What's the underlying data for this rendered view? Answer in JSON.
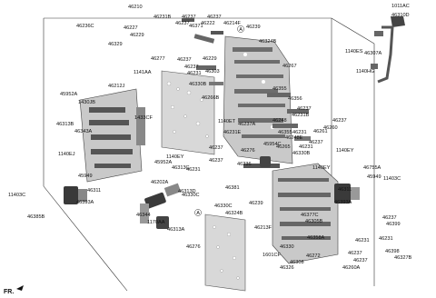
{
  "diagram": {
    "callouts": {
      "A1": "A",
      "A2": "A"
    },
    "fr_label": "FR.",
    "labels": [
      "46210",
      "46231B",
      "46237",
      "46237",
      "46222",
      "46214F",
      "46239",
      "46324B",
      "46236C",
      "46227",
      "46229",
      "46237",
      "46371",
      "46329",
      "46277",
      "46237",
      "46229",
      "46237",
      "46303",
      "46231",
      "46330B",
      "46267",
      "46307A",
      "1011AC",
      "46310D",
      "1140ES",
      "1140HG",
      "1141AA",
      "46212J",
      "45952A",
      "1430JB",
      "46313B",
      "46343A",
      "1140EJ",
      "1433CF",
      "46266B",
      "46355",
      "46356",
      "46237",
      "46231B",
      "46237",
      "46260",
      "1140ET",
      "46237A",
      "46248",
      "46231E",
      "46231",
      "46261",
      "46248E",
      "46265",
      "46355",
      "46237",
      "46231",
      "46330B",
      "1140EY",
      "45954C",
      "46236",
      "46237",
      "46237",
      "46231",
      "46313C",
      "1140EY",
      "46276",
      "1140EY",
      "46755A",
      "45949",
      "45952A",
      "46311",
      "46393A",
      "11403C",
      "46311",
      "46393A",
      "45949",
      "11403C",
      "46385B",
      "46202A",
      "46313D",
      "46344",
      "1170AA",
      "46313A",
      "46381",
      "46330C",
      "46330C",
      "46239",
      "46324B",
      "46276",
      "46213F",
      "46377C",
      "46305B",
      "46237",
      "46399",
      "46231",
      "46398",
      "46327B",
      "46330",
      "1601CF",
      "46308",
      "46326",
      "46358A",
      "46272",
      "46237",
      "46260A",
      "46231",
      "46237"
    ]
  }
}
